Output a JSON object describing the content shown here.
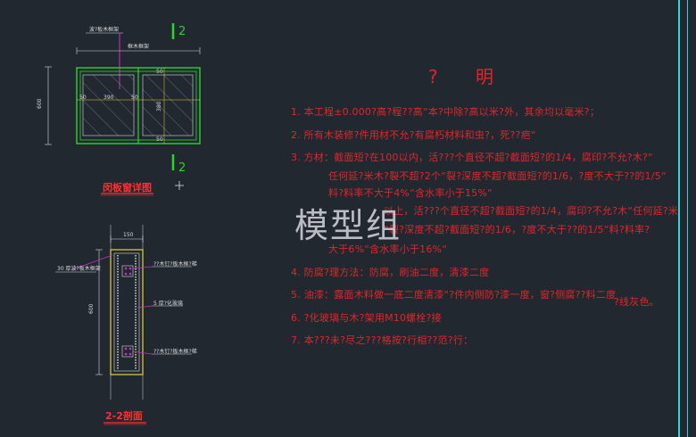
{
  "drawing": {
    "top_view": {
      "label_top": "波?板木框架",
      "dim_top": "框木框架",
      "dim_left": "600",
      "dim_inner_a": "50",
      "dim_inner_b": "390",
      "dim_inner_c": "50",
      "dim_inner_d": "380",
      "dim_inner_e": "50",
      "section_mark": "2",
      "caption": "闵板窗详图"
    },
    "section_view": {
      "dim_width": "150",
      "dim_height": "600",
      "label_left": "30 厚波?板木框架",
      "label_r1": "??木钉?板木框?梯",
      "label_r2": "5 厚?化玻璃",
      "label_r3": "??木钉?板木框?梯",
      "caption": "2-2剖面"
    }
  },
  "notes": {
    "title": "? 明",
    "lines": [
      "1. 本工程±0.000?高?程??高“本?中除?高以米?外，其余均以毫米?；",
      "2. 所有木装修?件用材不允?有腐朽材料和虫?，死??疤“",
      "3. 方材：截面短?在100以内，活???个直径不超?截面短?的1/4，腐印?不允?木?“",
      "任何延?米木?裂不超?2个“裂?深度不超?截面短?的1/6，?度不大于??的1/5“",
      "料?料率不大于4%“含水率小于15%“",
      "以上，活???个直径不超?截面短?的1/4，腐印?不允?木“任何延?米",
      "“裂?深度不超?截面短?的1/6，?度不大于??的1/5“料?料率?",
      "大于6%“含水率小于16%“",
      "4. 防腐?理方法：防腐，刷油二度，清漆二度",
      "5. 油漆：露面木料做一底二度清漆“?件内侧防?漆一度，窗?侧腐??料二度",
      "?线灰色。",
      "6. ?化玻璃与木?架用M10螺栓?接",
      "7. 本???未?尽之???格按?行相??范?行："
    ],
    "watermark": "模型组"
  },
  "colors": {
    "background": "#212830",
    "frame_green": "#2bd62b",
    "text_red": "#e0262b",
    "dim_white": "#d9d9d9",
    "magenta": "#c832c8",
    "yellow": "#e6d13a",
    "cyan_edge": "#2fd6d6"
  }
}
